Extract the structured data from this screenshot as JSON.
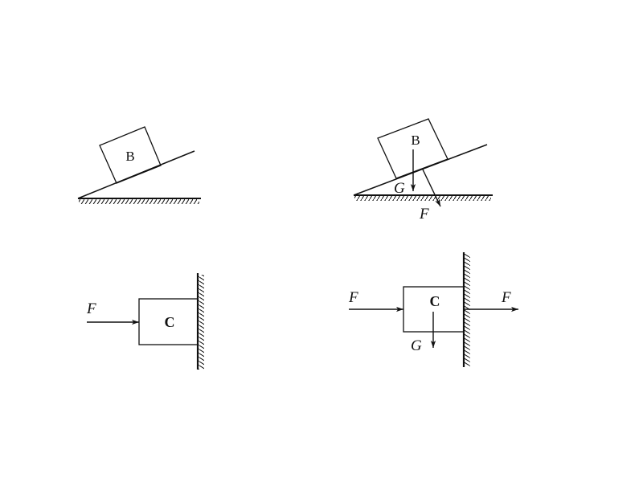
{
  "diagrams": [
    {
      "id": "incline-block",
      "block_label": "B",
      "forces": []
    },
    {
      "id": "incline-block-forces",
      "block_label": "B",
      "forces": [
        {
          "label": "G",
          "direction": "down"
        },
        {
          "label": "F",
          "direction": "perpendicular-into-incline"
        }
      ]
    },
    {
      "id": "wall-block",
      "block_label": "C",
      "forces": [
        {
          "label": "F",
          "direction": "right"
        }
      ]
    },
    {
      "id": "wall-block-forces",
      "block_label": "C",
      "forces": [
        {
          "label": "F",
          "direction": "right"
        },
        {
          "label": "G",
          "direction": "down"
        },
        {
          "label": "F",
          "direction": "right"
        }
      ]
    }
  ]
}
